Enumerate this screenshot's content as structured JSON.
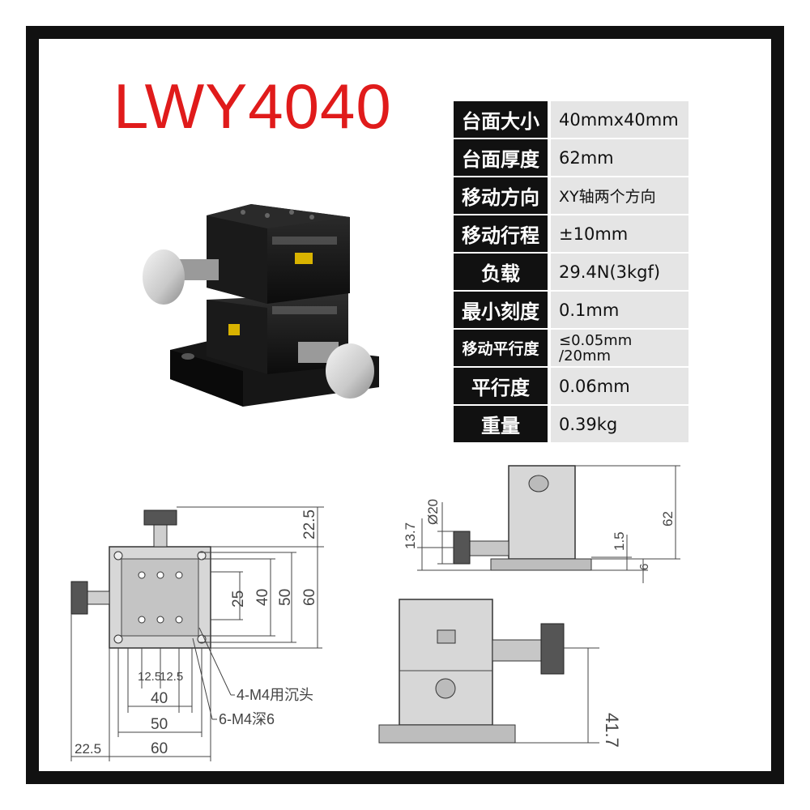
{
  "title": "LWY4040",
  "specs": [
    {
      "label": "台面大小",
      "value": "40mmx40mm"
    },
    {
      "label": "台面厚度",
      "value": "62mm"
    },
    {
      "label": "移动方向",
      "value": "XY轴两个方向"
    },
    {
      "label": "移动行程",
      "value": "±10mm"
    },
    {
      "label": "负载",
      "value": "29.4N(3kgf)"
    },
    {
      "label": "最小刻度",
      "value": "0.1mm"
    },
    {
      "label": "移动平行度",
      "value_line1": "≤0.05mm",
      "value_line2": "/20mm"
    },
    {
      "label": "平行度",
      "value": "0.06mm"
    },
    {
      "label": "重量",
      "value": "0.39kg"
    }
  ],
  "drawing": {
    "top_view": {
      "dim_22_5_top": "22.5",
      "dim_25": "25",
      "dim_40_v": "40",
      "dim_50_v": "50",
      "dim_60_v": "60",
      "dim_12_5_a": "12.5",
      "dim_12_5_b": "12.5",
      "dim_40_h": "40",
      "dim_50_h": "50",
      "dim_60_h": "60",
      "dim_22_5_left": "22.5",
      "note_countersink": "4-M4用沉头",
      "note_tapped": "6-M4深6"
    },
    "side_view": {
      "dim_13_7": "13.7",
      "dim_dia_20": "Ø20",
      "dim_62": "62",
      "dim_1_5": "1.5",
      "dim_6": "6"
    },
    "front_view": {
      "dim_41_7": "41.7"
    }
  }
}
